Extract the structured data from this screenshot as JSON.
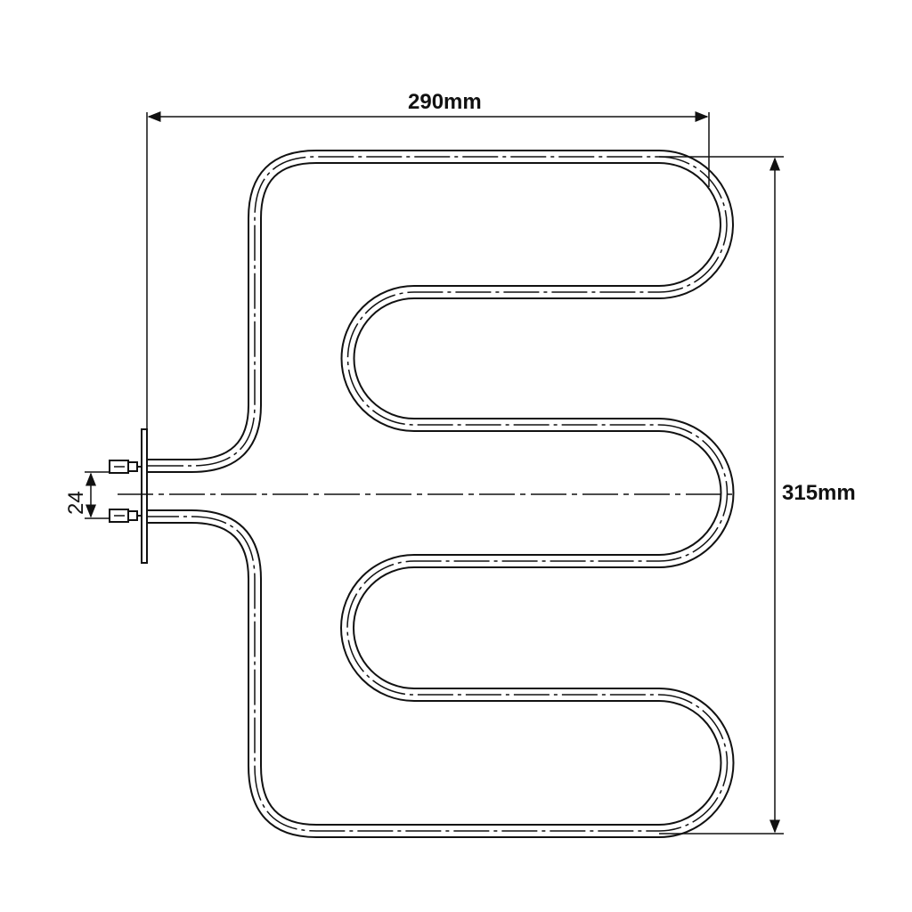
{
  "diagram": {
    "type": "technical drawing",
    "subject": "serpentine tubular heating element with mounting flange and two terminals",
    "dimensions": {
      "width": "290mm",
      "height": "315mm",
      "terminal_spacing": "24"
    },
    "colors": {
      "line": "#111111",
      "background": "#ffffff"
    }
  }
}
